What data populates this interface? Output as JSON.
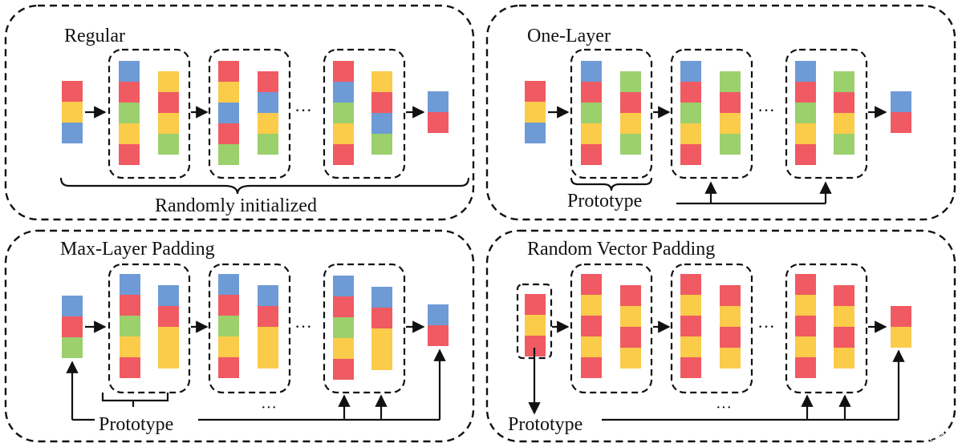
{
  "colors": {
    "red": "#f05a62",
    "yellow": "#fbcb4a",
    "blue": "#6e9bd6",
    "green": "#9bd06c"
  },
  "panels": [
    {
      "title": "Regular",
      "label": "Randomly initialized"
    },
    {
      "title": "One-Layer",
      "label": "Prototype"
    },
    {
      "title": "Max-Layer Padding",
      "label": "Prototype"
    },
    {
      "title": "Random Vector Padding",
      "label": "Prototype"
    }
  ],
  "ellipsis": "···",
  "watermark": "CSDN @whaosoft143"
}
